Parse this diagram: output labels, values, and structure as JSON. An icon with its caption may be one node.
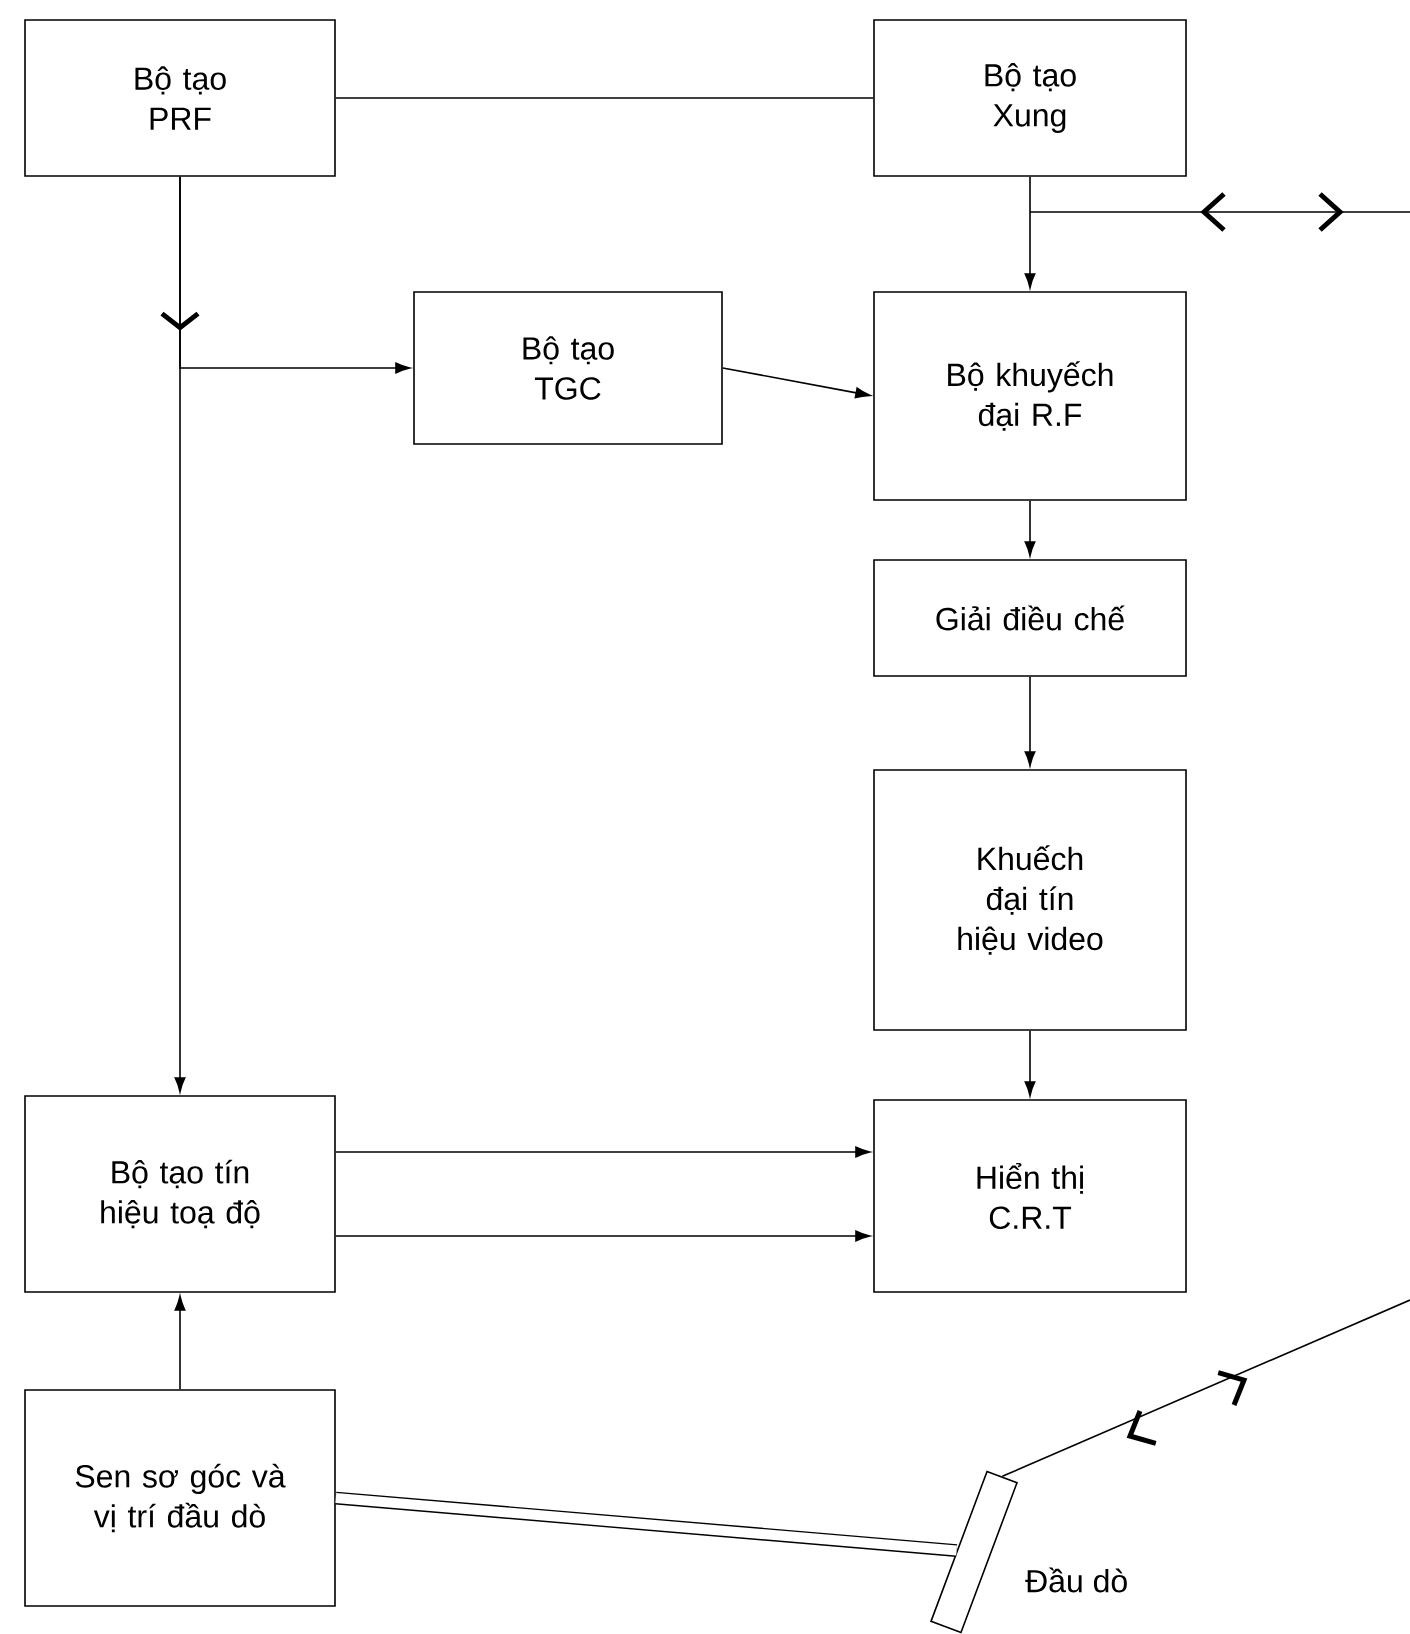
{
  "diagram": {
    "nodes": [
      {
        "text": [
          "Bộ tạo PRF"
        ]
      },
      {
        "text": [
          "Bộ tạo Xung"
        ]
      },
      {
        "text": [
          "Bộ tạo TGC"
        ]
      },
      {
        "text": [
          "Bộ khuyếch đại R.F"
        ]
      },
      {
        "text": [
          "Giải điều chế"
        ]
      },
      {
        "text": [
          "Khuếch đại tín hiệu video"
        ]
      },
      {
        "text": [
          "Hiển thị C.R.T"
        ]
      },
      {
        "text": [
          "Bộ tạo tín hiệu toạ độ"
        ]
      },
      {
        "text": [
          "Sen sơ góc và vị trí đầu dò"
        ]
      },
      {
        "text": [],
        "shape": "bar",
        "beside": [
          "Đầu dò"
        ]
      }
    ],
    "edges": [
      {
        "from": 0,
        "to": 1,
        "arrow": "none"
      },
      {
        "from": 0,
        "to": 7,
        "arrow": "to"
      },
      {
        "from": 0,
        "to": 2,
        "arrow": "to"
      },
      {
        "from": 1,
        "to": 3,
        "arrow": "to"
      },
      {
        "from": 2,
        "to": 3,
        "arrow": "to"
      },
      {
        "from": null,
        "to": 3,
        "arrow": "none"
      },
      {
        "from": 3,
        "to": 4,
        "arrow": "to"
      },
      {
        "from": 4,
        "to": 5,
        "arrow": "to"
      },
      {
        "from": 5,
        "to": 6,
        "arrow": "to"
      },
      {
        "from": 7,
        "to": 6,
        "arrow": "to"
      },
      {
        "from": 7,
        "to": 6,
        "arrow": "to"
      },
      {
        "from": 8,
        "to": 7,
        "arrow": "to"
      },
      {
        "from": 8,
        "to": 9,
        "arrow": "none",
        "style": "thick"
      },
      {
        "from": 9,
        "to": null,
        "arrow": "none"
      }
    ]
  }
}
